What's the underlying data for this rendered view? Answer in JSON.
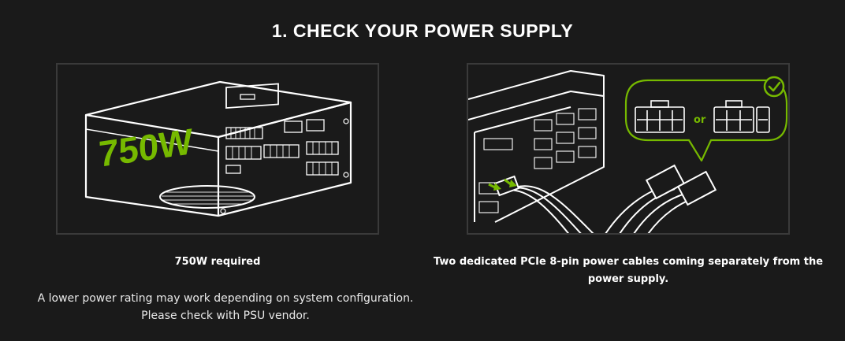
{
  "page": {
    "title": "1. CHECK YOUR POWER SUPPLY",
    "background": "#1a1a1a",
    "accent": "#76b900"
  },
  "left_panel": {
    "wattage_label": "750W",
    "caption": "750W required",
    "note_line1": "A lower power rating may work depending on system configuration.",
    "note_line2": "Please check with PSU vendor."
  },
  "right_panel": {
    "connector_or_label": "or",
    "check_icon": "check-circle-icon",
    "caption_line1": "Two dedicated PCIe 8-pin power cables coming separately from the",
    "caption_line2": "power supply."
  }
}
